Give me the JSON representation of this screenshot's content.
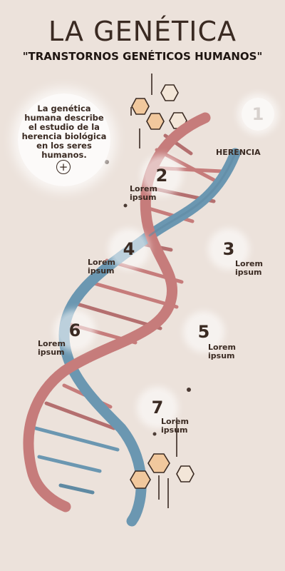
{
  "header": {
    "title": "LA GENÉTICA",
    "subtitle": "\"TRANSTORNOS GENÉTICOS HUMANOS\""
  },
  "intro": {
    "text": "La genética humana describe el estudio de la herencia biológica en los seres humanos.",
    "plus_symbol": "+"
  },
  "steps": [
    {
      "number": "1",
      "label": "HERENCIA"
    },
    {
      "number": "2",
      "label": "Lorem\nipsum"
    },
    {
      "number": "3",
      "label": "Lorem\nipsum"
    },
    {
      "number": "4",
      "label": "Lorem\nipsum"
    },
    {
      "number": "5",
      "label": "Lorem\nipsum"
    },
    {
      "number": "6",
      "label": "Lorem\nipsum"
    },
    {
      "number": "7",
      "label": "Lorem\nipsum"
    }
  ],
  "colors": {
    "background": "#ece2db",
    "dna_blue": "#6b97b1",
    "dna_red": "#c67c7b",
    "hexagon_fill": "#f1c89d",
    "text_dark": "#3a2a22"
  },
  "icons": {
    "plus": "plus-icon",
    "hexagon": "hexagon-icon",
    "dna": "dna-helix"
  }
}
